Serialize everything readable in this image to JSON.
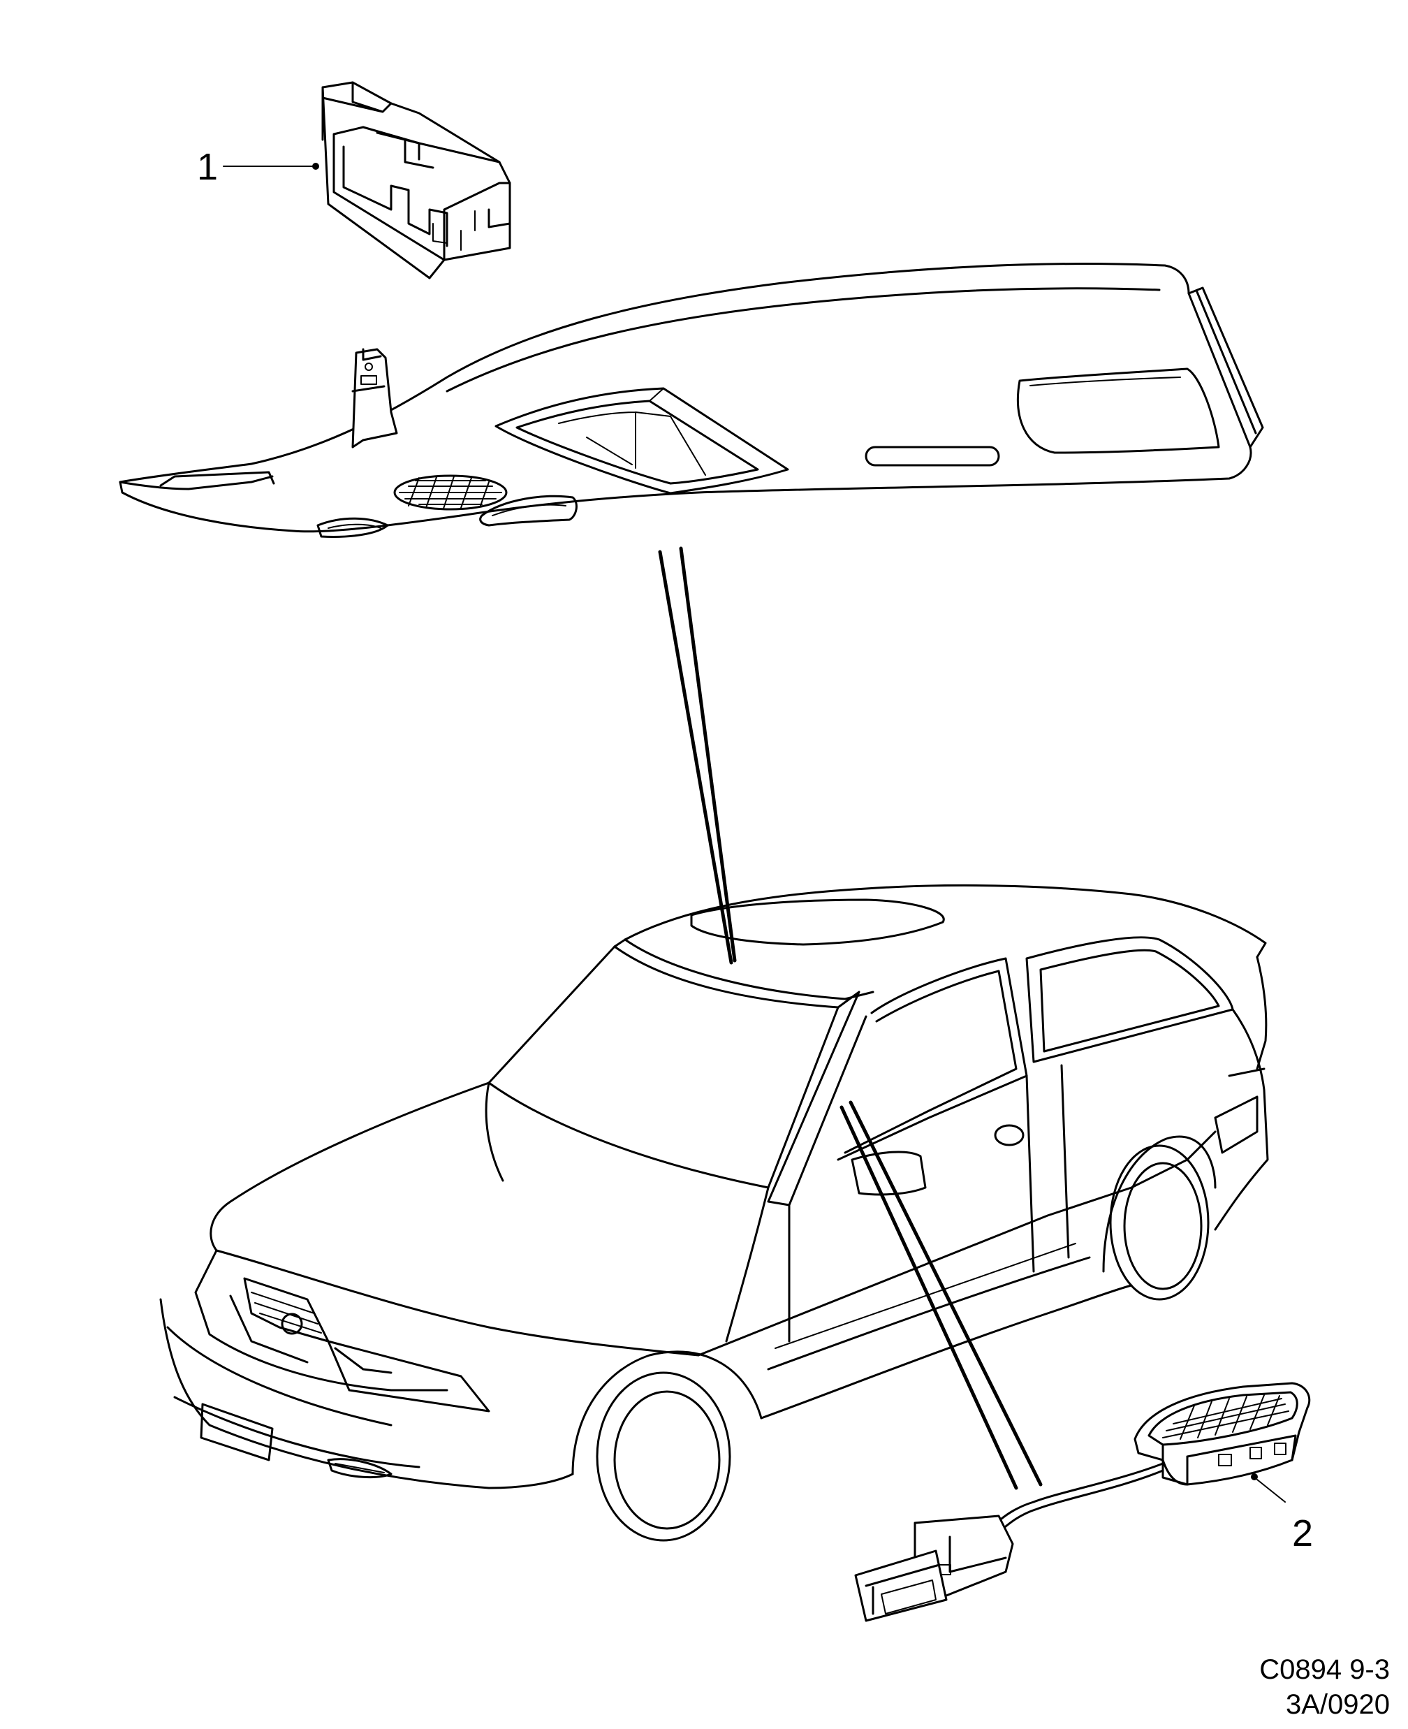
{
  "callouts": [
    {
      "id": "1",
      "label": "1"
    },
    {
      "id": "2",
      "label": "2"
    }
  ],
  "diagram_code": {
    "line1": "C0894 9-3",
    "line2": "3A/0920"
  },
  "colors": {
    "ink": "#000000",
    "paper": "#ffffff"
  }
}
